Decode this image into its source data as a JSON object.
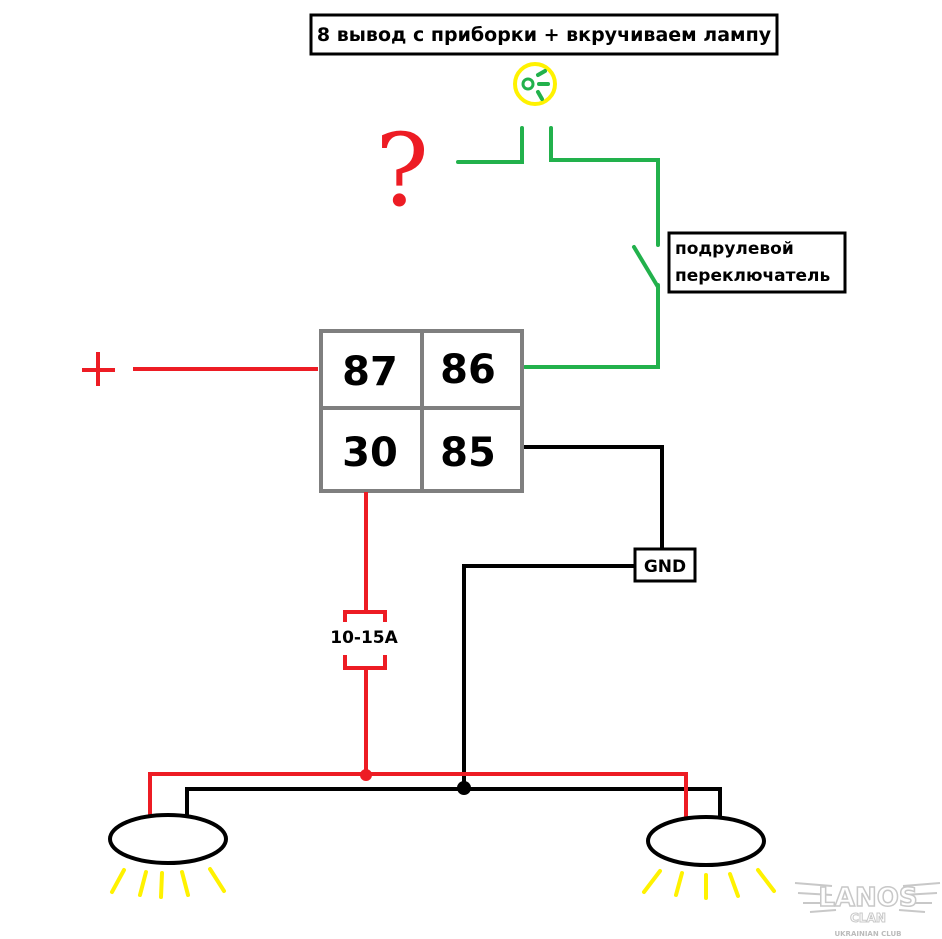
{
  "title": "8 вывод с приборки + вкручиваем лампу",
  "question_mark": "?",
  "plus_sign": "+",
  "switch_label": [
    "подрулевой",
    "переключатель"
  ],
  "relay": {
    "pins": [
      "87",
      "86",
      "30",
      "85"
    ]
  },
  "gnd_label": "GND",
  "fuse_label": "10-15A",
  "logo": {
    "line1": "LANOS",
    "line2": "CLAN",
    "line3": "UKRAINIAN CLUB"
  },
  "colors": {
    "power": "#ed1c24",
    "signal": "#22b14c",
    "ground": "#000000",
    "relay": "#7f7f7f",
    "light": "#fff200"
  }
}
